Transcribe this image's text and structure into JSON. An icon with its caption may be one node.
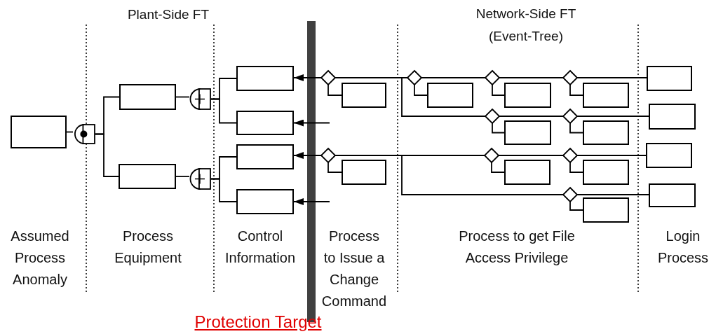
{
  "diagram": {
    "nodes": [
      {
        "text": [],
        "shape": "box"
      },
      {
        "text": [],
        "shape": "gate"
      },
      {
        "text": [],
        "shape": "box"
      },
      {
        "text": [],
        "shape": "box"
      },
      {
        "text": [],
        "shape": "gate"
      },
      {
        "text": [],
        "shape": "gate"
      },
      {
        "text": [],
        "shape": "box"
      },
      {
        "text": [],
        "shape": "box"
      },
      {
        "text": [],
        "shape": "box"
      },
      {
        "text": [],
        "shape": "box"
      },
      {
        "text": [],
        "shape": "diamond"
      },
      {
        "text": [],
        "shape": "box"
      },
      {
        "text": [],
        "shape": "diamond"
      },
      {
        "text": [],
        "shape": "box"
      },
      {
        "text": [],
        "shape": "diamond"
      },
      {
        "text": [],
        "shape": "box"
      },
      {
        "text": [],
        "shape": "diamond"
      },
      {
        "text": [],
        "shape": "box"
      },
      {
        "text": [],
        "shape": "diamond"
      },
      {
        "text": [],
        "shape": "box"
      },
      {
        "text": [],
        "shape": "diamond"
      },
      {
        "text": [],
        "shape": "box"
      },
      {
        "text": [],
        "shape": "diamond"
      },
      {
        "text": [],
        "shape": "box"
      },
      {
        "text": [],
        "shape": "diamond"
      },
      {
        "text": [],
        "shape": "box"
      },
      {
        "text": [],
        "shape": "diamond"
      },
      {
        "text": [],
        "shape": "box"
      },
      {
        "text": [],
        "shape": "diamond"
      },
      {
        "text": [],
        "shape": "box"
      },
      {
        "text": [],
        "shape": "box"
      },
      {
        "text": [],
        "shape": "box"
      },
      {
        "text": [],
        "shape": "box"
      },
      {
        "text": [],
        "shape": "box"
      }
    ],
    "edges": [
      {
        "from": 0,
        "to": 1,
        "arrow": "none"
      },
      {
        "from": 1,
        "to": 2,
        "arrow": "none"
      },
      {
        "from": 1,
        "to": 3,
        "arrow": "none"
      },
      {
        "from": 2,
        "to": 4,
        "arrow": "none"
      },
      {
        "from": 3,
        "to": 5,
        "arrow": "none"
      },
      {
        "from": 4,
        "to": 6,
        "arrow": "none"
      },
      {
        "from": 4,
        "to": 7,
        "arrow": "none"
      },
      {
        "from": 5,
        "to": 8,
        "arrow": "none"
      },
      {
        "from": 5,
        "to": 9,
        "arrow": "none"
      },
      {
        "from": 10,
        "to": 6,
        "arrow": "to"
      },
      {
        "from": null,
        "to": 7,
        "arrow": "to"
      },
      {
        "from": 12,
        "to": 8,
        "arrow": "to"
      },
      {
        "from": null,
        "to": 9,
        "arrow": "to"
      },
      {
        "from": 10,
        "to": 11,
        "arrow": "none"
      },
      {
        "from": 10,
        "to": 14,
        "arrow": "none"
      },
      {
        "from": 10,
        "to": 18,
        "arrow": "none"
      },
      {
        "from": 14,
        "to": 15,
        "arrow": "none"
      },
      {
        "from": 14,
        "to": 16,
        "arrow": "none"
      },
      {
        "from": 16,
        "to": 17,
        "arrow": "none"
      },
      {
        "from": 16,
        "to": 22,
        "arrow": "none"
      },
      {
        "from": 22,
        "to": 23,
        "arrow": "none"
      },
      {
        "from": 22,
        "to": 30,
        "arrow": "none"
      },
      {
        "from": 18,
        "to": 19,
        "arrow": "none"
      },
      {
        "from": 18,
        "to": 24,
        "arrow": "none"
      },
      {
        "from": 24,
        "to": 25,
        "arrow": "none"
      },
      {
        "from": 24,
        "to": 31,
        "arrow": "none"
      },
      {
        "from": 12,
        "to": 13,
        "arrow": "none"
      },
      {
        "from": 12,
        "to": 20,
        "arrow": "none"
      },
      {
        "from": 12,
        "to": 28,
        "arrow": "none"
      },
      {
        "from": 20,
        "to": 21,
        "arrow": "none"
      },
      {
        "from": 20,
        "to": 26,
        "arrow": "none"
      },
      {
        "from": 26,
        "to": 27,
        "arrow": "none"
      },
      {
        "from": 26,
        "to": 32,
        "arrow": "none"
      },
      {
        "from": 28,
        "to": 29,
        "arrow": "none"
      },
      {
        "from": 28,
        "to": 33,
        "arrow": "none"
      }
    ],
    "labels": [
      "Plant-Side FT",
      "Network-Side FT (Event-Tree)",
      "Assumed Process Anomaly",
      "Process Equipment",
      "Control Information",
      "Process to Issue a Change Command",
      "Process to get File Access Privilege",
      "Login Process",
      "Protection Target"
    ]
  }
}
